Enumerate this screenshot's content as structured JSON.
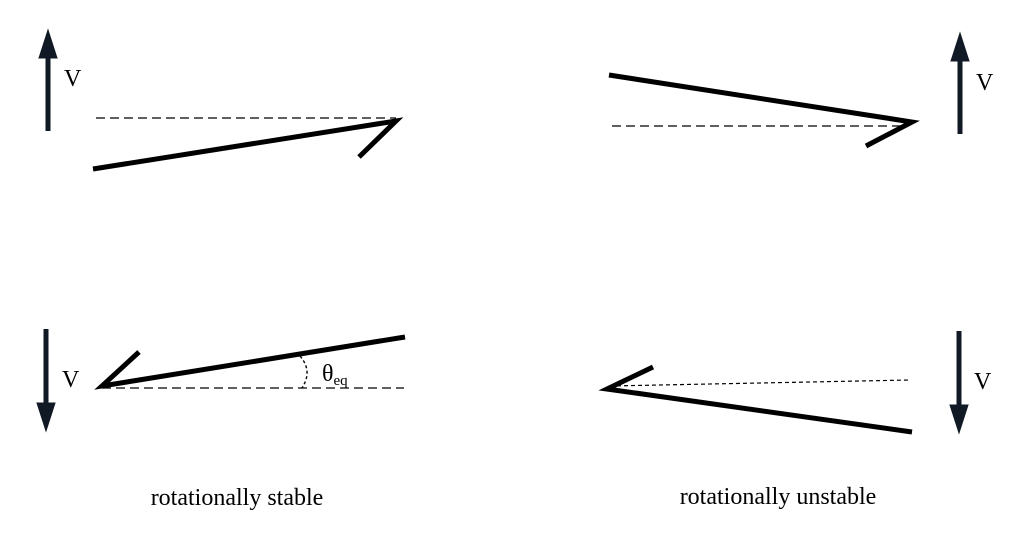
{
  "panels": {
    "top_left": {
      "velocity_label": "V"
    },
    "top_right": {
      "velocity_label": "V"
    },
    "bottom_left": {
      "velocity_label": "V",
      "angle_symbol": "θ",
      "angle_subscript": "eq"
    },
    "bottom_right": {
      "velocity_label": "V"
    }
  },
  "captions": {
    "left": "rotationally stable",
    "right": "rotationally unstable"
  },
  "colors": {
    "line": "#000000",
    "arrow": "#111a24",
    "background": "#ffffff"
  }
}
